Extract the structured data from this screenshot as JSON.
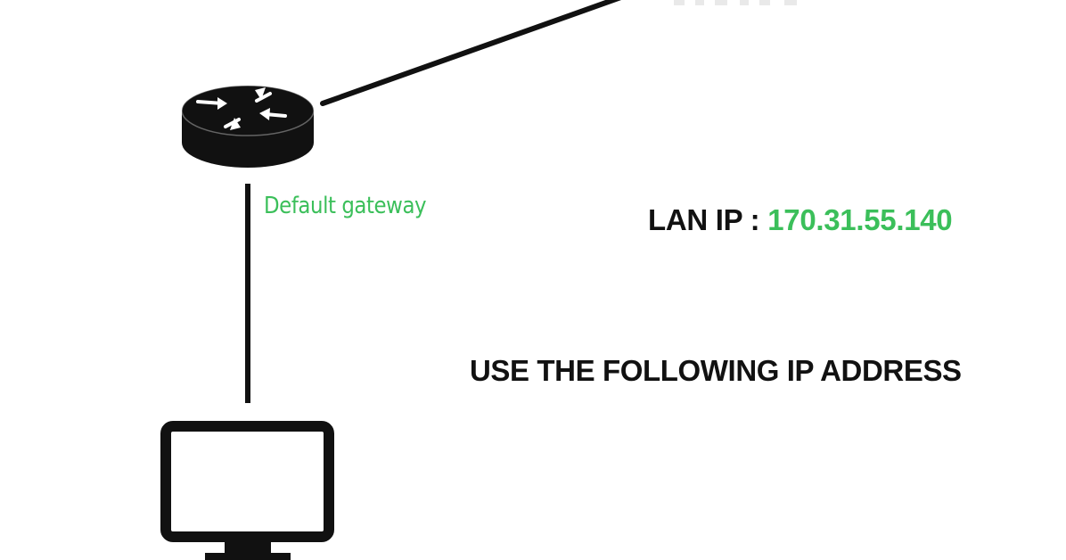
{
  "colors": {
    "ink": "#111111",
    "accent": "#3bbf5a",
    "background": "#ffffff"
  },
  "diagram": {
    "router": {
      "icon": "router-icon",
      "label": "Default gateway"
    },
    "computer": {
      "icon": "monitor-icon"
    },
    "lan": {
      "label": "LAN IP :",
      "value": "170.31.55.140"
    },
    "instruction": "USE THE FOLLOWING IP ADDRESS"
  }
}
